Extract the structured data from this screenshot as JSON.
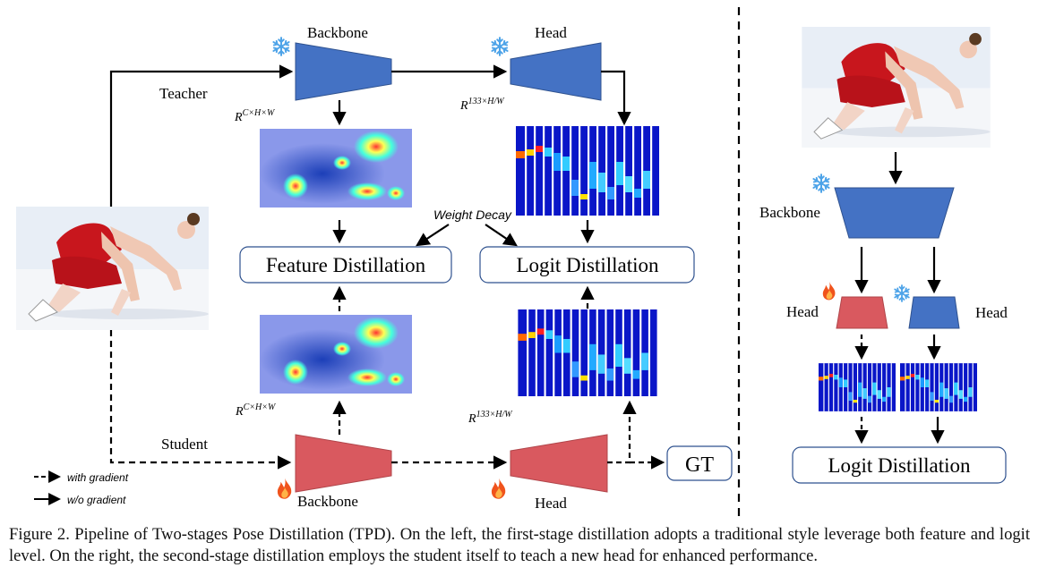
{
  "labels": {
    "teacher": "Teacher",
    "student": "Student",
    "backbone_top": "Backbone",
    "head_top": "Head",
    "backbone_bottom": "Backbone",
    "head_bottom": "Head",
    "backbone_right": "Backbone",
    "head_right_left": "Head",
    "head_right_right": "Head",
    "weight_decay": "Weight Decay",
    "feature_distillation": "Feature Distillation",
    "logit_distillation": "Logit Distillation",
    "logit_distillation_right": "Logit Distillation",
    "gt": "GT",
    "feat_shape_base": "R",
    "feat_shape_sup": "C×H×W",
    "logit_shape_base": "R",
    "logit_shape_sup": "133×H/W"
  },
  "legend": {
    "with_gradient": "with gradient",
    "without_gradient": "w/o gradient"
  },
  "colors": {
    "teacher_blue": "#4472c4",
    "student_red": "#d9595f",
    "frozen_icon": "#4da3e8",
    "flame_icon": "#f0531c"
  },
  "icons": [
    "snowflake-icon",
    "flame-icon",
    "skater-image",
    "feature-heatmap",
    "logit-heatmap"
  ],
  "caption": "Figure 2. Pipeline of Two-stages Pose Distillation (TPD). On the left, the first-stage distillation adopts a traditional style leverage both feature and logit level. On the right, the second-stage distillation employs the student itself to teach a new head for enhanced performance."
}
